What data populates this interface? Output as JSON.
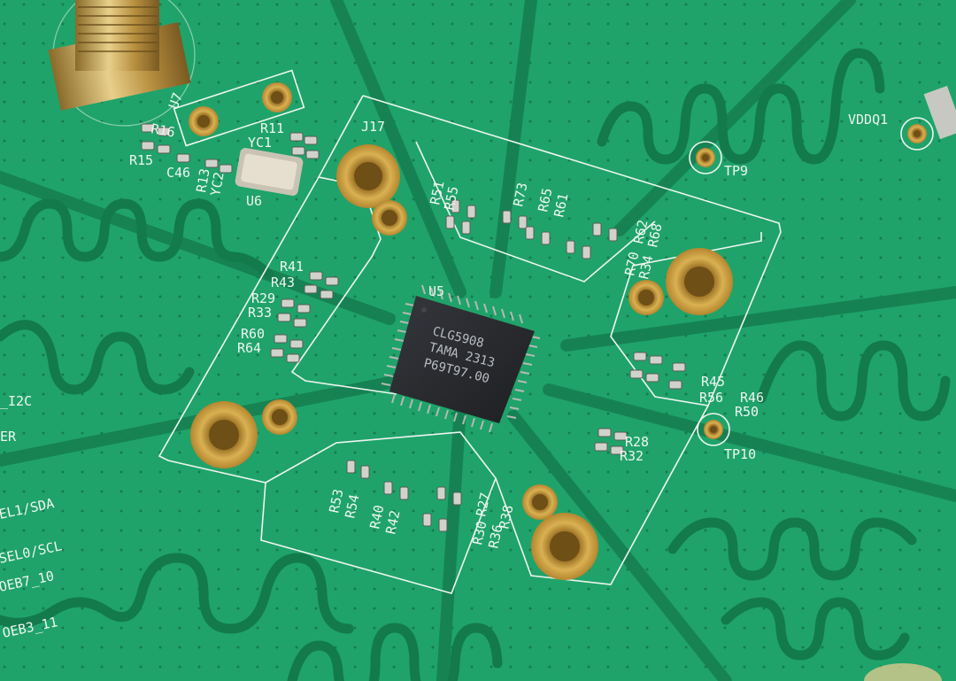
{
  "chip": {
    "designator": "U5",
    "marking_line_1": "CLG5908",
    "marking_line_2": "TAMA 2313",
    "marking_line_3": "P69T97.00"
  },
  "silkscreen": {
    "connector": "J17",
    "crystal": "U6",
    "c46": "C46",
    "r15": "R15",
    "r16": "R16",
    "r11": "R11",
    "yc1": "YC1",
    "r13": "R13",
    "yc2": "YC2",
    "u7": "U7",
    "vddq1": "VDDQ1",
    "r51": "R51",
    "r55": "R55",
    "r73": "R73",
    "r65": "R65",
    "r61": "R61",
    "r70": "R70",
    "r62": "R62",
    "r34": "R34",
    "r68": "R68",
    "r41": "R41",
    "r43": "R43",
    "r29": "R29",
    "r33": "R33",
    "r60": "R60",
    "r64": "R64",
    "r45": "R45",
    "r46": "R46",
    "r56": "R56",
    "r50": "R50",
    "r28": "R28",
    "r32": "R32",
    "r53": "R53",
    "r54": "R54",
    "r40": "R40",
    "r42": "R42",
    "r30": "R30",
    "r27": "R27",
    "r36": "R36",
    "r38": "R38",
    "tp9": "TP9",
    "tp10": "TP10",
    "left_i2c": "_I2C",
    "left_er": "ER",
    "left_sda": "EL1/SDA",
    "left_scl": "SEL0/SCL",
    "left_oeb7": "OEB7_10",
    "left_oeb3": "OEB3_11"
  },
  "colors": {
    "board": "#1fa36a",
    "trace": "#137a4c",
    "pad_gold": "#c89a3a",
    "chip_body": "#26282c"
  }
}
